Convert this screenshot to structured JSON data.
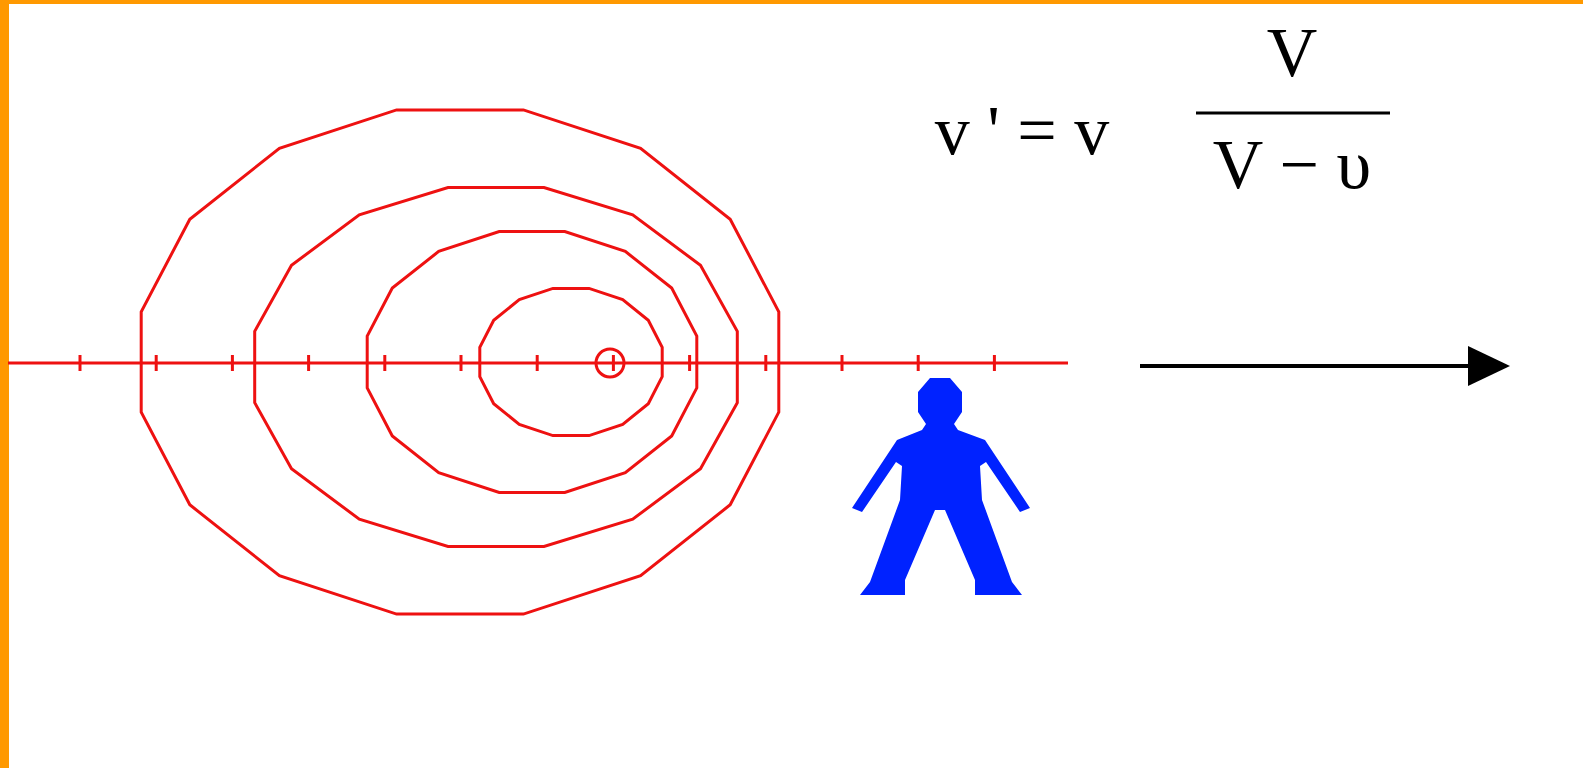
{
  "diagram": {
    "labels": [
      "v ' = v",
      "V",
      "V − υ"
    ]
  }
}
